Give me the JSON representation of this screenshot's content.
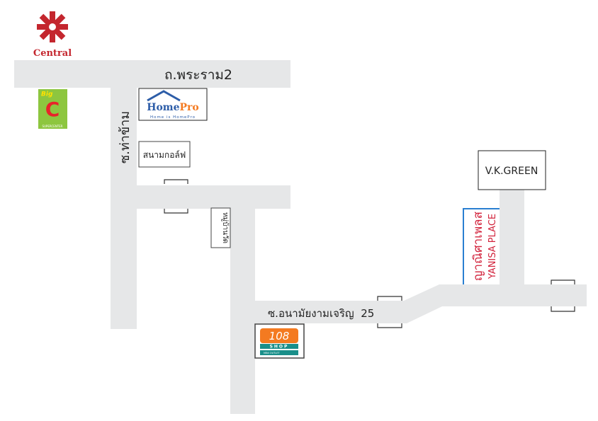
{
  "colors": {
    "road": "#e6e7e8",
    "central": "#c4262e",
    "bigc_bg": "#8dc63f",
    "homepro_blue": "#2d5da8",
    "homepro_orange": "#f47a20",
    "shop108_orange": "#f47a20",
    "shop108_teal": "#1a8f8a",
    "yanisa_red": "#d2233c",
    "yanisa_border": "#2a7fd1"
  },
  "logos": {
    "central": "Central",
    "bigc": {
      "top": "Big",
      "letter": "C",
      "sub": "SUPERCENTER"
    },
    "homepro": {
      "name_a": "Home",
      "name_b": "Pro",
      "tagline": "Home is HomePro"
    },
    "shop108": {
      "number": "108",
      "word": "SHOP",
      "sub": "MINI OUTLET"
    }
  },
  "roads": {
    "rama2": "ถ.พระราม2",
    "tha_kham": "ซ.ท่าข้าม",
    "anamai": "ซ.อนามัยงามเจริญ  25"
  },
  "places": {
    "golf": "สนามกอล์ฟ",
    "village": "หมู่บ้านวัด",
    "vk_green": "V.K.GREEN",
    "yanisa_th": "ญาณิศาเพลส",
    "yanisa_en": "YANISA PLACE"
  }
}
